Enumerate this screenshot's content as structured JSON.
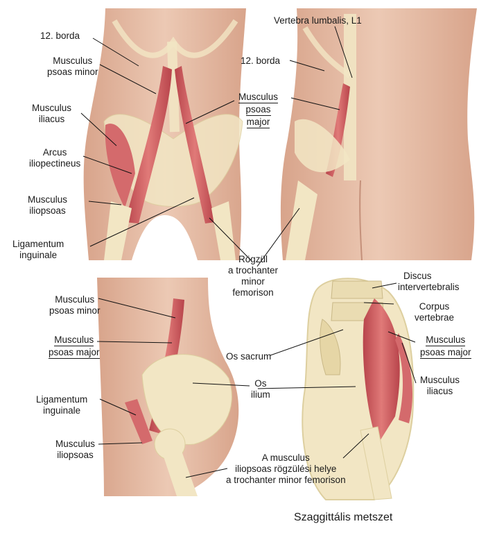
{
  "panels": {
    "front": {
      "labels": {
        "rib12": "12. borda",
        "psoas_minor_1": "Musculus",
        "psoas_minor_2": "psoas minor",
        "iliacus_1": "Musculus",
        "iliacus_2": "iliacus",
        "arcus_1": "Arcus",
        "arcus_2": "iliopectineus",
        "iliopsoas_1": "Musculus",
        "iliopsoas_2": "iliopsoas",
        "ligamentum_1": "Ligamentum",
        "ligamentum_2": "inguinale",
        "psoas_major_1": "Musculus",
        "psoas_major_2": "psoas",
        "psoas_major_3": "major"
      }
    },
    "back": {
      "labels": {
        "vertebra": "Vertebra lumbalis, L1",
        "rib12": "12. borda"
      }
    },
    "shared": {
      "labels": {
        "rogzul_1": "Rögzül",
        "rogzul_2": "a trochanter",
        "rogzul_3": "minor",
        "rogzul_4": "femorison"
      }
    },
    "side": {
      "labels": {
        "psoas_minor_1": "Musculus",
        "psoas_minor_2": "psoas minor",
        "psoas_major_1": "Musculus",
        "psoas_major_2": "psoas major",
        "ligamentum_1": "Ligamentum",
        "ligamentum_2": "inguinale",
        "iliopsoas_1": "Musculus",
        "iliopsoas_2": "iliopsoas",
        "os_ilium_1": "Os",
        "os_ilium_2": "ilium"
      }
    },
    "sagittal": {
      "labels": {
        "discus_1": "Discus",
        "discus_2": "intervertebralis",
        "corpus_1": "Corpus",
        "corpus_2": "vertebrae",
        "os_sacrum": "Os sacrum",
        "psoas_major_1": "Musculus",
        "psoas_major_2": "psoas major",
        "iliacus_1": "Musculus",
        "iliacus_2": "iliacus",
        "attach_1": "A musculus",
        "attach_2": "iliopsoas rögzülési helye",
        "attach_3": "a trochanter minor femorison"
      },
      "caption": "Szaggittális metszet"
    }
  },
  "colors": {
    "skin": "#e9c3ad",
    "skin_shade": "#d6a58c",
    "muscle": "#c9545a",
    "muscle_light": "#e07a78",
    "bone": "#f2e6c4",
    "bone_shade": "#ddcf9f"
  }
}
